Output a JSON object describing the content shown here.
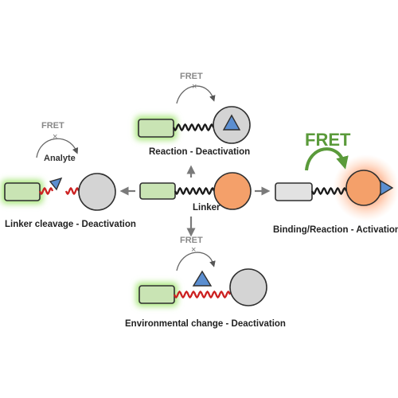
{
  "labels": {
    "top": "Reaction - Deactivation",
    "left": "Linker cleavage - Deactivation",
    "right": "Binding/Reaction - Activation",
    "bottom": "Environmental change - Deactivation",
    "center": "Linker",
    "analyte": "Analyte"
  },
  "fret": {
    "small": "FRET",
    "big": "FRET",
    "blocked_mark": "×"
  },
  "colors": {
    "donor_green": "#c9e4b4",
    "glow_green": "#9fe07a",
    "acceptor_orange": "#f4a06a",
    "glow_orange": "#ff8c50",
    "quenched_grey": "#d4d4d4",
    "analyte_blue": "#5b8ed0",
    "linker_red": "#cc2020",
    "fret_arrow_green": "#5a9a3a"
  }
}
